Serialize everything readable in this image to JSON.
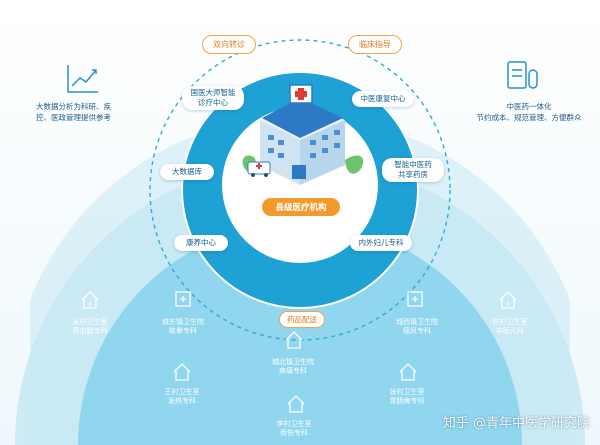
{
  "top_tags": {
    "left": "双向转诊",
    "right": "临床指导"
  },
  "core": {
    "label": "县级医疗机构"
  },
  "inner_ring": [
    {
      "id": "expert-center",
      "label": "国医大师智能\n诊疗中心"
    },
    {
      "id": "rehab-center",
      "label": "中医康复中心"
    },
    {
      "id": "big-data",
      "label": "大数据库"
    },
    {
      "id": "pharmacy",
      "label": "智能中医药\n共享药房"
    },
    {
      "id": "care-center",
      "label": "康养中心"
    },
    {
      "id": "obgyn",
      "label": "内外妇儿专科"
    }
  ],
  "left_note": "大数据分析为科研、疾\n控、医政管理提供参考",
  "right_note": "中医药一体化\n节约成本、规范管理、方便群众",
  "distribution_tag": "药品配送",
  "clinics": [
    {
      "id": "clinic-wu",
      "label": "吴村卫生室\n高血脂专科"
    },
    {
      "id": "clinic-chengdong",
      "label": "城东镇卫生院\n眩晕专科"
    },
    {
      "id": "clinic-chengxi",
      "label": "城西镇卫生院\n痛风专科"
    },
    {
      "id": "clinic-zhao",
      "label": "赵村卫生室\n中医儿科"
    },
    {
      "id": "clinic-chengbei",
      "label": "城北镇卫生院\n疼痛专科"
    },
    {
      "id": "clinic-wang",
      "label": "王村卫生室\n发热专科"
    },
    {
      "id": "clinic-zhang",
      "label": "张村卫生室\n胃肠病专科"
    },
    {
      "id": "clinic-li",
      "label": "李村卫生室\n骨伤专科"
    }
  ],
  "watermark": "知乎 @青年中医学研究院",
  "colors": {
    "outer_band": "#bfe6f3",
    "middle_band": "#7fd0ea",
    "inner_ring": "#21a3d6",
    "core": "#ffffff",
    "accent_orange": "#f39a2d"
  }
}
